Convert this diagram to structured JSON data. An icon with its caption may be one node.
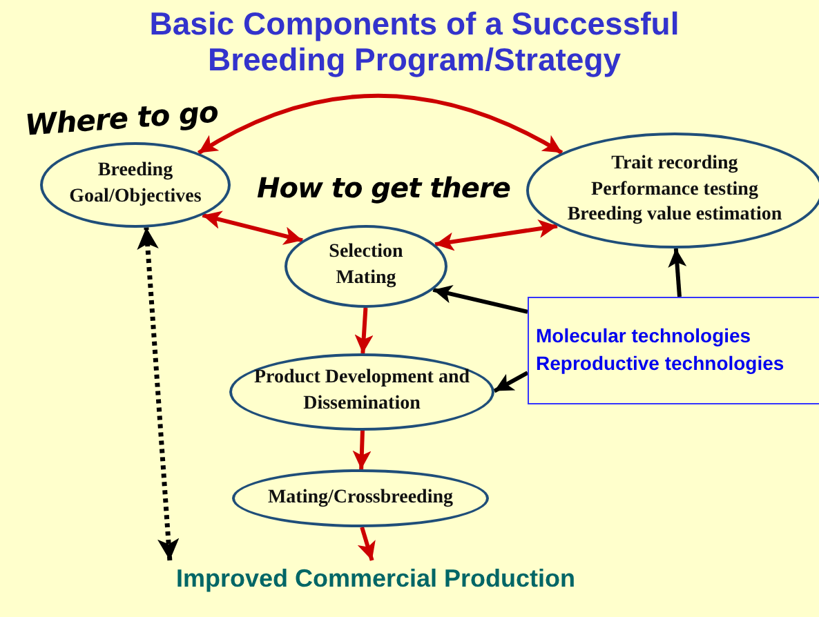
{
  "diagram": {
    "title": "Basic Components of a Successful Breeding Program/Strategy",
    "nodes": [
      {
        "text": [
          "Breeding Goal/Objectives"
        ]
      },
      {
        "text": [
          "Selection Mating"
        ]
      },
      {
        "text": [
          "Trait recording",
          "Performance testing",
          "Breeding value estimation"
        ]
      },
      {
        "text": [
          "Product Development and Dissemination"
        ]
      },
      {
        "text": [
          "Mating/Crossbreeding"
        ]
      },
      {
        "text": [
          "Molecular technologies",
          "Reproductive technologies"
        ]
      },
      {
        "text": [
          "Improved Commercial Production"
        ]
      }
    ],
    "edges": [
      {
        "from": 0,
        "to": 2,
        "arrow": "both"
      },
      {
        "from": 0,
        "to": 1,
        "arrow": "both"
      },
      {
        "from": 1,
        "to": 2,
        "arrow": "both"
      },
      {
        "from": 1,
        "to": 3,
        "arrow": "to"
      },
      {
        "from": 3,
        "to": 4,
        "arrow": "to"
      },
      {
        "from": 4,
        "to": 6,
        "arrow": "to"
      },
      {
        "from": 5,
        "to": 1,
        "arrow": "to",
        "color": "#000000"
      },
      {
        "from": 5,
        "to": 3,
        "arrow": "to",
        "color": "#000000"
      },
      {
        "from": 5,
        "to": 2,
        "arrow": "to",
        "color": "#000000"
      },
      {
        "from": 6,
        "to": 0,
        "arrow": "both",
        "style": "dashed",
        "color": "#000000"
      }
    ],
    "labels": [
      "Where to go",
      "How to get there"
    ]
  }
}
